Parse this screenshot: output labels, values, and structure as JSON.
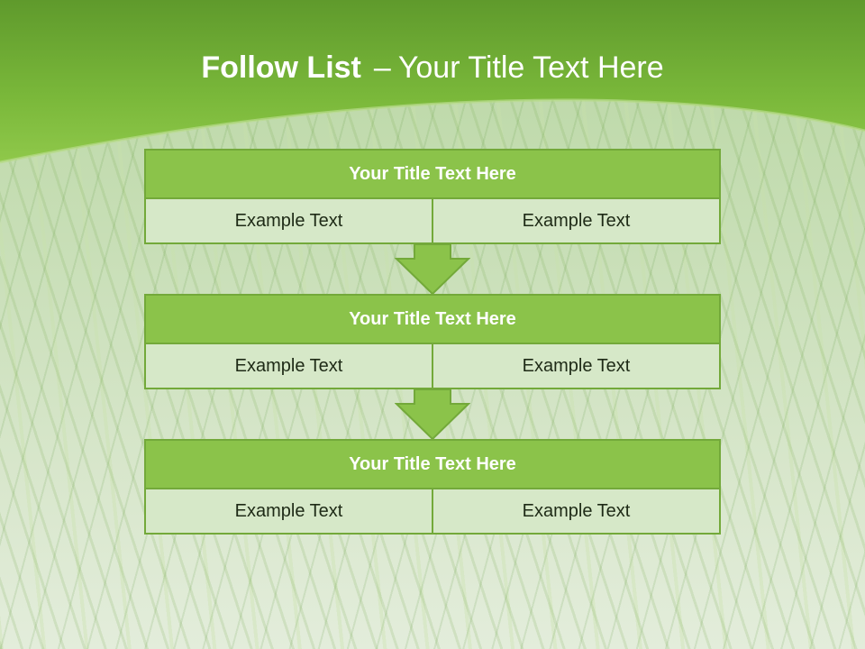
{
  "slide": {
    "title_bold": "Follow List",
    "title_dash": "–",
    "title_rest": "Your Title Text Here"
  },
  "steps": [
    {
      "title": "Your Title Text Here",
      "left": "Example Text",
      "right": "Example Text"
    },
    {
      "title": "Your Title Text Here",
      "left": "Example Text",
      "right": "Example Text"
    },
    {
      "title": "Your Title Text Here",
      "left": "Example Text",
      "right": "Example Text"
    }
  ],
  "colors": {
    "accent_green": "#8bc34a",
    "border_green": "#73a93a",
    "cell_fill": "#d6e8c8",
    "header_dark": "#5f9a2c"
  }
}
